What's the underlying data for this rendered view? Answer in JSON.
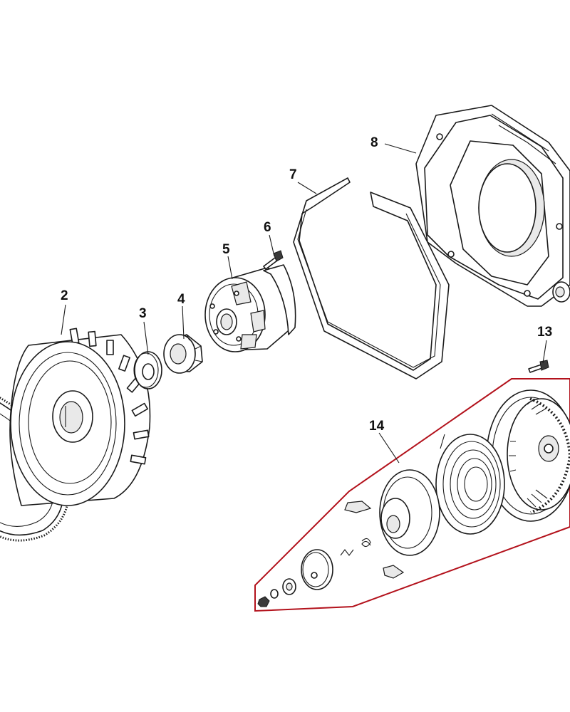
{
  "callouts": {
    "c2": "2",
    "c3": "3",
    "c4": "4",
    "c5": "5",
    "c6": "6",
    "c7": "7",
    "c8": "8",
    "c13": "13",
    "c14": "14"
  },
  "colors": {
    "line": "#1a1a1a",
    "group_outline": "#b3121c",
    "background": "#ffffff"
  }
}
